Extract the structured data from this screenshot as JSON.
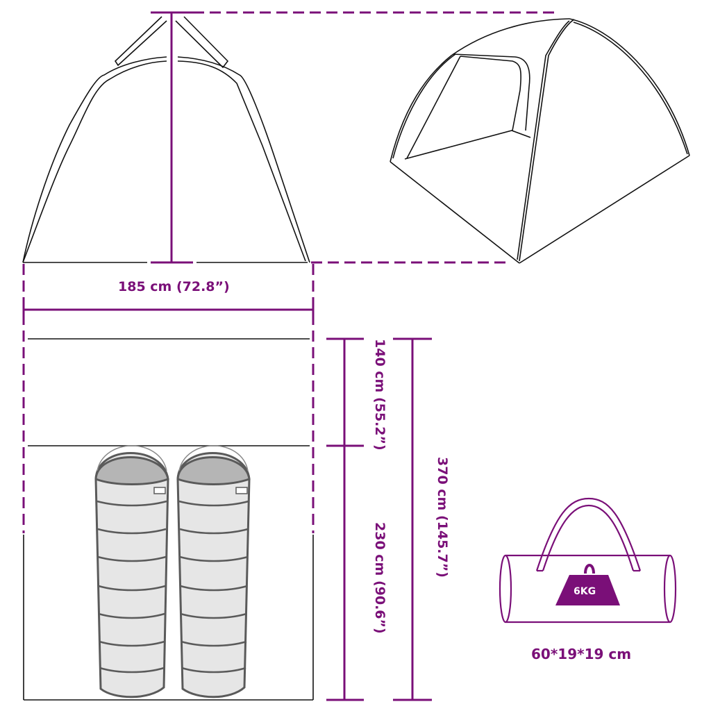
{
  "colors": {
    "accent": "#7a0f78",
    "outline": "#111111",
    "sleeping_bag_fill": "#e6e6e6",
    "sleeping_bag_hood": "#b5b5b5",
    "sleeping_bag_stroke": "#5a5a5a",
    "background": "#ffffff"
  },
  "front_view": {
    "height_dimension": "",
    "description": "tent front elevation with height marker"
  },
  "perspective_view": {
    "description": "dome tent 3/4 view with open door"
  },
  "dimensions": {
    "width_label": "185 cm (72.8”)",
    "vestibule_label": "140 cm (55.2”)",
    "inner_length_label": "230 cm (90.6”)",
    "total_length_label": "370 cm (145.7”)"
  },
  "floor_plan": {
    "sleeping_bags": 2,
    "description": "top-down floor plan with two sleeping bags"
  },
  "carry_bag": {
    "weight_label": "6KG",
    "size_label": "60*19*19 cm"
  }
}
